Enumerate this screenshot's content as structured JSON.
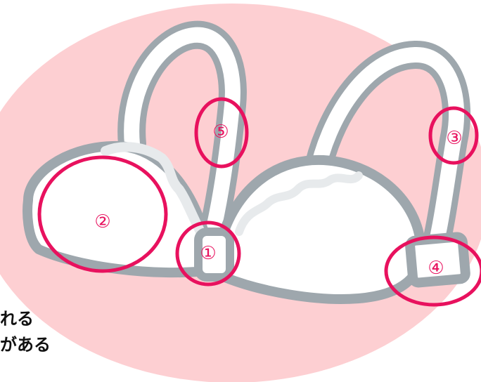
{
  "colors": {
    "background_blob": "#fdcfd2",
    "outline": "#9ea7ad",
    "fill": "#ffffff",
    "lace": "#e7eaec",
    "marker": "#e8115e"
  },
  "markers": {
    "m1": "①",
    "m2": "②",
    "m3": "③",
    "m4": "④",
    "m5": "⑤"
  },
  "caption": {
    "line1": "れる",
    "line2": "がある"
  }
}
